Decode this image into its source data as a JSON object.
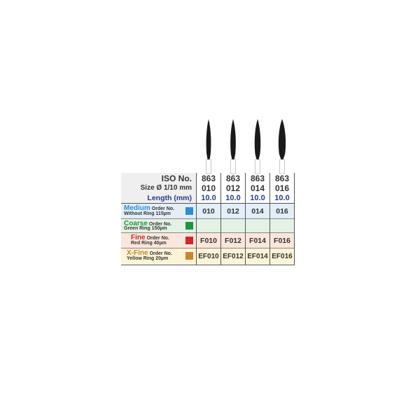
{
  "header": {
    "iso_label": "ISO No.",
    "size_label": "Size Ø 1/10 mm",
    "length_label": "Length (mm)"
  },
  "columns": [
    {
      "iso": "863",
      "size": "010",
      "length": "10.0",
      "medium": "010",
      "coarse": "",
      "fine": "F010",
      "xfine": "EF010"
    },
    {
      "iso": "863",
      "size": "012",
      "length": "10.0",
      "medium": "012",
      "coarse": "",
      "fine": "F012",
      "xfine": "EF012"
    },
    {
      "iso": "863",
      "size": "014",
      "length": "10.0",
      "medium": "014",
      "coarse": "",
      "fine": "F014",
      "xfine": "EF014"
    },
    {
      "iso": "863",
      "size": "016",
      "length": "10.0",
      "medium": "016",
      "coarse": "",
      "fine": "F016",
      "xfine": "EF016"
    }
  ],
  "grits": {
    "medium": {
      "name": "Medium",
      "order": "Order No.",
      "sub": "Without Ring 115µm",
      "color": "#2a8fd6"
    },
    "coarse": {
      "name": "Coarse",
      "order": "Order No.",
      "sub": "Green Ring 150µm",
      "color": "#1a9a3c"
    },
    "fine": {
      "name": "Fine",
      "order": "Order No.",
      "sub": "Red Ring 40µm",
      "color": "#d8232a"
    },
    "xfine": {
      "name": "X-Fine",
      "order": "Order No.",
      "sub": "Yellow Ring 20µm",
      "color": "#c8862a"
    }
  },
  "colors": {
    "bur": "#1a1a1a",
    "shank": "#d9d9d9"
  }
}
